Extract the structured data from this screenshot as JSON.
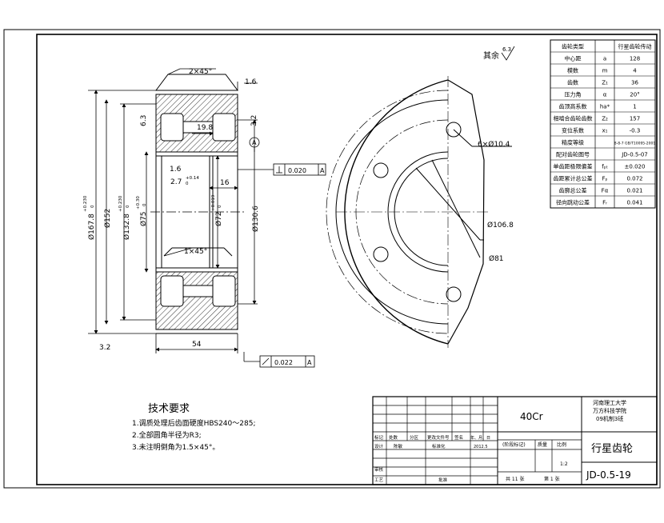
{
  "corner_note": "其余",
  "corner_roughness": "6.3",
  "dims": {
    "chamfer_top": "2×45°",
    "chamfer_mid": "1×45°",
    "width_tl": "1.6",
    "rough_a": "6.3",
    "rough_b": "3.2",
    "rough_bottom": "3.2",
    "len_19_8": "19.8",
    "len_1_6": "1.6",
    "len_2_7": "2.7",
    "len_2_7_tol_up": "+0.14",
    "len_2_7_tol_lo": "0",
    "len_16": "16",
    "len_54": "54",
    "dia_167": "Ø167.8",
    "dia_167_tol_up": "+0.230",
    "dia_167_tol_lo": "0",
    "dia_152": "Ø152",
    "dia_132": "Ø132.8",
    "dia_132_tol_up": "+0.230",
    "dia_132_tol_lo": "0",
    "dia_75": "Ø75",
    "dia_75_tol_up": "+0.30",
    "dia_75_tol_lo": "0",
    "dia_72": "Ø72",
    "dia_72_tol_up": "+0.019",
    "dia_72_tol_lo": "0",
    "dia_130": "Ø130.6",
    "holes": "6×Ø10.4",
    "dia_106": "Ø106.8",
    "dia_81": "Ø81",
    "datum": "A",
    "tol_perp": "0.020",
    "tol_runout": "0.022"
  },
  "params": [
    [
      "齿轮类型",
      "",
      "行星齿轮传动"
    ],
    [
      "中心距",
      "a",
      "128"
    ],
    [
      "模数",
      "m",
      "4"
    ],
    [
      "齿数",
      "Z₁",
      "36"
    ],
    [
      "压力角",
      "α",
      "20°"
    ],
    [
      "齿顶高系数",
      "ha*",
      "1"
    ],
    [
      "相啮合齿轮齿数",
      "Z₂",
      "157"
    ],
    [
      "变位系数",
      "x₁",
      "-0.3"
    ],
    [
      "精度等级",
      "",
      "8-8-7 GB/T10095-2001"
    ],
    [
      "配对齿轮图号",
      "",
      "JD-0.5-07"
    ],
    [
      "单齿距极限偏差",
      "fₚₜ",
      "±0.020"
    ],
    [
      "齿距累计总公差",
      "Fₚ",
      "0.072"
    ],
    [
      "齿廓总公差",
      "Fα",
      "0.021"
    ],
    [
      "径向跳动公差",
      "Fᵣ",
      "0.041"
    ]
  ],
  "tech": {
    "title": "技术要求",
    "items": [
      "1.调质处理后齿面硬度HBS240～285;",
      "2.全部圆角半径为R3;",
      "3.未注明倒角为1.5×45°。"
    ]
  },
  "title_block": {
    "material": "40Cr",
    "school": [
      "河南理工大学",
      "万方科技学院",
      "09机制3班"
    ],
    "part_name": "行星齿轮",
    "drawing_no": "JD-0.5-19",
    "scale": "1:2",
    "sheets": "共 11 张",
    "sheet": "第 1 张",
    "cells": {
      "mark": "标记",
      "count": "处数",
      "zone": "分区",
      "doc": "更改文件号",
      "sign": "签名",
      "date": "年、月、日",
      "design": "设计",
      "designer": "陈敏",
      "standard": "标准化",
      "date2": "2012.5",
      "stage": "(阶段标记)",
      "weight": "质量",
      "ratio": "比例",
      "check": "审核",
      "process": "工艺",
      "approve": "批准"
    }
  }
}
